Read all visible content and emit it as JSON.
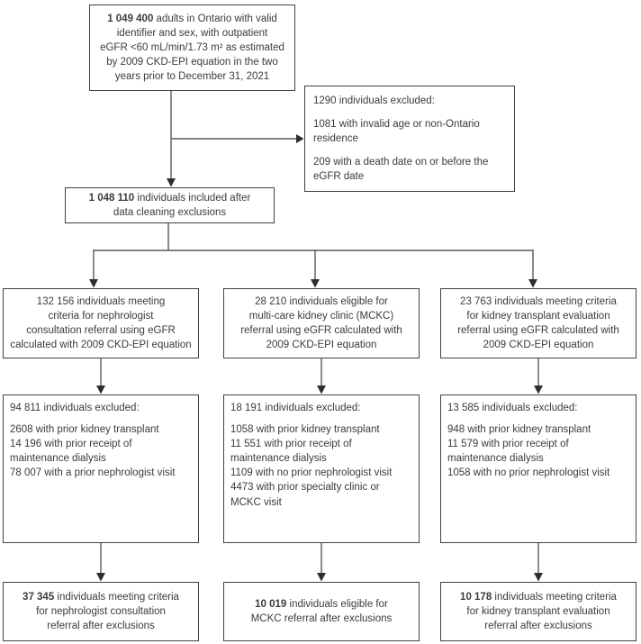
{
  "diagram": {
    "source": {
      "value": "1 049 400",
      "lines": [
        " adults in Ontario with valid",
        "identifier and sex, with outpatient",
        "eGFR <60 mL/min/1.73 m² as estimated",
        "by 2009 CKD-EPI equation in the two",
        "years prior to December 31, 2021"
      ]
    },
    "data_cleaning": {
      "heading": "1290 individuals excluded:",
      "items": [
        "1081 with invalid age or non-Ontario residence",
        "209 with a death date on or before the eGFR date"
      ]
    },
    "included": {
      "value": "1 048 110",
      "lines": [
        " individuals included after",
        "data cleaning exclusions"
      ]
    },
    "columns": [
      {
        "eligible": {
          "lines": [
            "132 156 individuals meeting",
            "criteria for nephrologist",
            "consultation referral using eGFR",
            "calculated with 2009 CKD-EPI equation"
          ]
        },
        "excluded": {
          "heading": "94 811 individuals excluded:",
          "items": [
            "2608 with prior kidney transplant",
            "14 196 with prior receipt of maintenance dialysis",
            "78 007 with a prior nephrologist visit"
          ]
        },
        "final": {
          "value": "37 345",
          "lines": [
            " individuals meeting criteria",
            "for nephrologist consultation",
            "referral after exclusions"
          ]
        }
      },
      {
        "eligible": {
          "lines": [
            "28 210 individuals eligible for",
            "multi-care kidney clinic (MCKC)",
            "referral using eGFR calculated with",
            "2009 CKD-EPI equation"
          ]
        },
        "excluded": {
          "heading": "18 191 individuals excluded:",
          "items": [
            "1058 with prior kidney transplant",
            "11 551 with prior receipt of maintenance dialysis",
            "1109 with no prior nephrologist visit",
            "4473 with prior specialty clinic or MCKC visit"
          ]
        },
        "final": {
          "value": "10 019",
          "lines": [
            " individuals eligible for",
            "MCKC referral after exclusions"
          ]
        }
      },
      {
        "eligible": {
          "lines": [
            "23 763 individuals meeting criteria",
            "for kidney transplant evaluation",
            "referral using eGFR calculated with",
            "2009 CKD-EPI equation"
          ]
        },
        "excluded": {
          "heading": "13 585 individuals excluded:",
          "items": [
            "948 with prior kidney transplant",
            "11 579 with prior receipt of maintenance dialysis",
            "1058 with no prior nephrologist visit"
          ]
        },
        "final": {
          "value": "10 178",
          "lines": [
            " individuals meeting criteria",
            "for kidney transplant evaluation",
            "referral after exclusions"
          ]
        }
      }
    ],
    "colors": {
      "box_border": "#414141",
      "text": "#3b3b3b",
      "connector_line": "#595959",
      "arrowhead": "#2e2e2e",
      "background": "#ffffff"
    }
  }
}
